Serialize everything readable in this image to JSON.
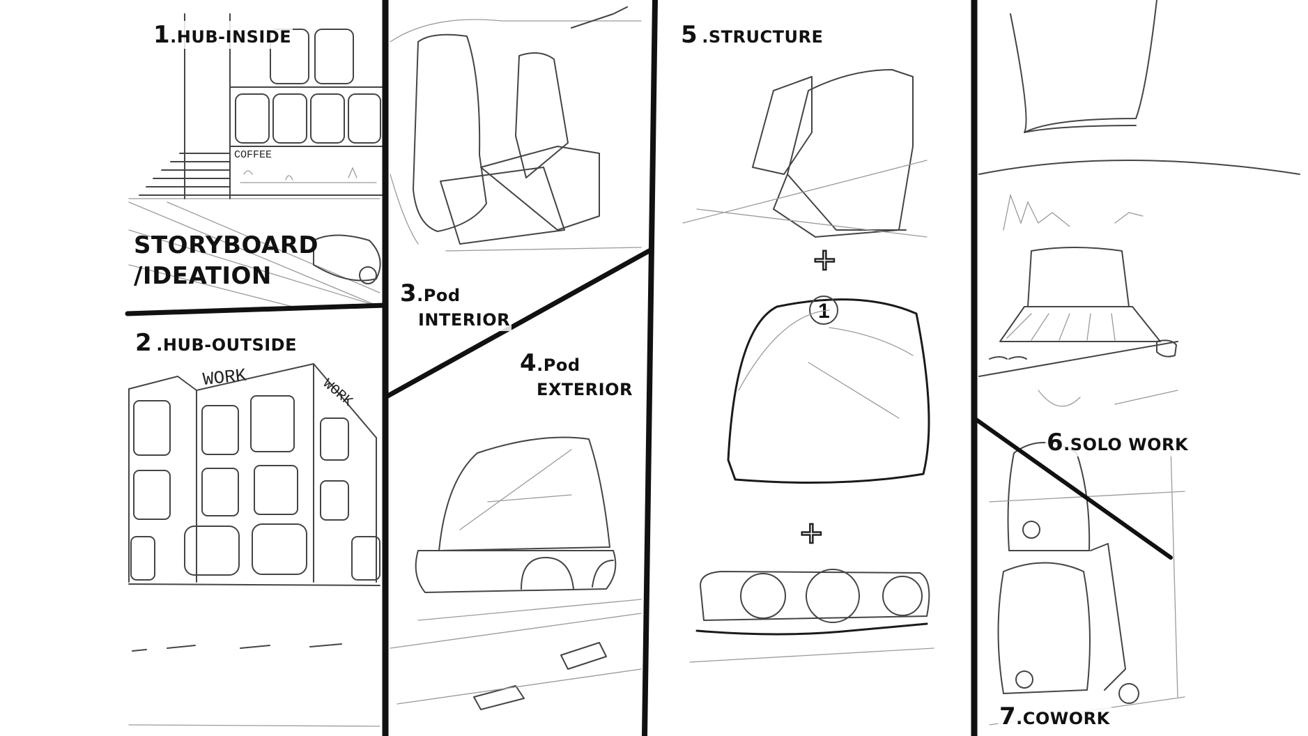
{
  "board": {
    "title_line1": "STORYBOARD",
    "title_line2": "/IDEATION",
    "panels": [
      {
        "number": "1",
        "title": ".HUB-INSIDE"
      },
      {
        "number": "2",
        "title": ".HUB-OUTSIDE"
      },
      {
        "number": "3",
        "title": ".Pod",
        "subtitle": "INTERIOR"
      },
      {
        "number": "4",
        "title": ".Pod",
        "subtitle": "EXTERIOR"
      },
      {
        "number": "5",
        "title": ".STRUCTURE"
      },
      {
        "number": "6",
        "title": ".SOLO WORK"
      },
      {
        "number": "7",
        "title": ".COWORK"
      }
    ],
    "sketch_text": {
      "coffee_sign": "COFFEE",
      "building_sign_front": "WORK",
      "building_sign_side": "WORK",
      "pod_badge": "1",
      "plus_symbol": "+"
    }
  },
  "colors": {
    "background": "#ffffff",
    "ink": "#111111",
    "pencil": "#444444"
  },
  "icons": [
    "seat-sketch",
    "pod-sketch",
    "chassis-sketch",
    "laptop-sketch",
    "building-sketch"
  ]
}
